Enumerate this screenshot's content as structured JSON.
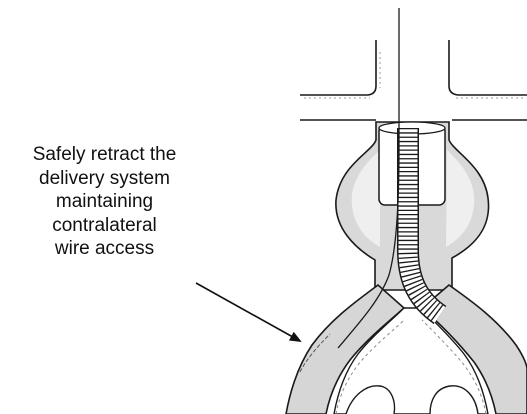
{
  "annotation": {
    "lines": [
      "Safely retract the",
      "delivery system",
      "maintaining",
      "contralateral",
      "wire access"
    ]
  },
  "colors": {
    "ink": "#1a1a1a",
    "vessel_fill": "#d7d7d7",
    "vessel_highlight": "#eeeeee",
    "lumen": "#ffffff"
  },
  "icons": {
    "arrow": "arrow-pointer-icon"
  }
}
